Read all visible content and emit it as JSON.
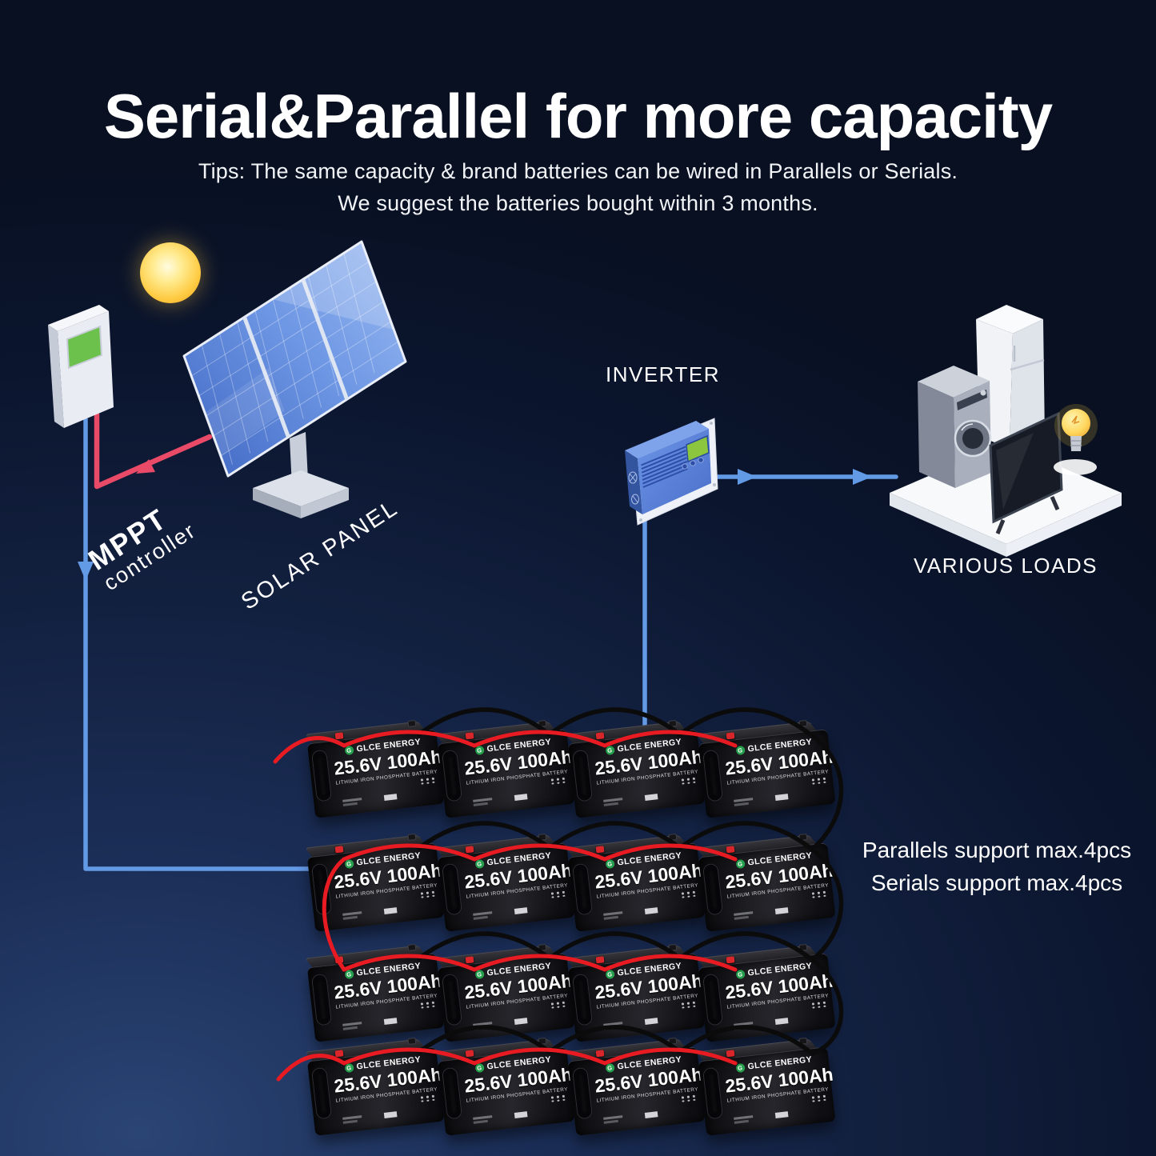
{
  "page": {
    "title": "Serial&Parallel for more capacity",
    "tips_line1": "Tips: The same capacity & brand batteries can be wired in Parallels or Serials.",
    "tips_line2": "We suggest the batteries bought within 3 months."
  },
  "diagram": {
    "labels": {
      "inverter": "INVERTER",
      "various_loads": "VARIOUS LOADS",
      "mppt_line1": "MPPT",
      "mppt_line2": "controller",
      "solar_panel": "SOLAR PANEL"
    },
    "notes": {
      "parallels": "Parallels support max.4pcs",
      "serials": "Serials support max.4pcs"
    }
  },
  "battery": {
    "brand": "GLCE ENERGY",
    "logo_letter": "G",
    "spec": "25.6V 100Ah",
    "type": "LITHIUM IRON PHOSPHATE BATTERY",
    "grid_rows": 4,
    "grid_cols": 4,
    "count": 16
  },
  "colors": {
    "background_top": "#081021",
    "background_glow": "#2a4474",
    "wire_red": "#e81b22",
    "wire_black": "#0b0b0c",
    "wire_blue": "#639ae6",
    "wire_pink": "#e84a67",
    "brand_green": "#27a04e",
    "screen_green": "#7cc43e",
    "inverter_blue": "#5e88de",
    "sun_yellow": "#fecb43"
  }
}
